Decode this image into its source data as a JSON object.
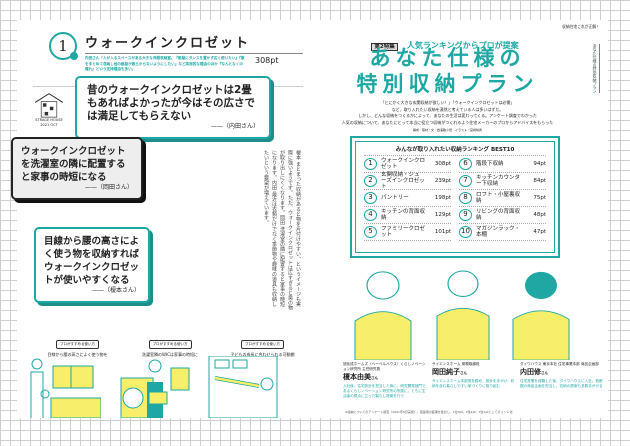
{
  "left_page": {
    "section_number": "1",
    "section_title": "ウォークインクロゼット",
    "section_desc": "内田さん「人が入るスペースがある大きな洋服収納室。『部屋にタンスを置かず広く使いたい』『服をまとめて収納し他の部屋が散らからないようにしたい』など実用的な理由のほか『なんとなくの憧れ』という支持理由も多い」",
    "points": "308pt",
    "logo_text": [
      "STRAGE HOUSE",
      "2021 OCT"
    ],
    "quotes": [
      {
        "text": "昔のウォークインクロゼットは2畳もあればよかったが今はその広さでは満足してもらえない",
        "who": "——（内田さん）"
      },
      {
        "text": "ウォークインクロゼットを洗濯室の隣に配置すると家事の時短になる",
        "who": "——（岡田さん）"
      },
      {
        "text": "目線から腰の高さによく使う物を収納すればウォークインクロゼットが使いやすくなる",
        "who": "——（榎本さん）"
      }
    ],
    "body_text": "榎本 まとまった収納があると物を片付けやすい、というイメージも実際に強いようです。ただ、ウォークインクロゼットは広すぎると奥の物が取り出しにくくなります。岡田 洗濯室の隣に配置すると家事の時短になります。内田 最近は衣類だけでなく季節物や趣味の道具も収納したいという要望が増えています。",
    "tips": [
      {
        "tag": "プロがすすめる使い方",
        "label": "目線から腰の高さによく使う物を"
      },
      {
        "tag": "プロがすすめる使い方",
        "label": "洗濯室隣のWICは家事の時短に"
      },
      {
        "tag": "プロがすすめる使い方",
        "label": "子どもの成長に合わせられる可動棚"
      }
    ]
  },
  "right_page": {
    "running_head": "収納住宅これが正解！",
    "side_title": "あなた仕様の特別収納プラン",
    "feature_tag": "第2特集",
    "kicker": "人気ランキングからプロが提案",
    "title_line1": "あなた仕様の",
    "title_line2": "特別収納プラン",
    "lead": [
      "「とにかく大きな玄関収納が欲しい！」「ウォークインクロゼットは必需」",
      "など、取り入れたい収納を漠然と考えている人は多いはずだ。",
      "しかし、どんな収納をつくるかによって、あなたの生活は変わってくる。アンケート調査でわかった",
      "人気の収納について、あなたにとって本当に役立つ収納がつくれるよう住宅メーカーのプロからアドバイスをもらった"
    ],
    "credits": "構成／取材・文／岩澤敏小田　イラスト／宮崎咲香",
    "ranking_title": "みんなが取り入れたい収納ランキング BEST10",
    "ranking": [
      {
        "rank": "1",
        "label": "ウォークインクロゼット",
        "pt": "308pt"
      },
      {
        "rank": "2",
        "label": "玄関収納・シューズインクロゼット",
        "pt": "239pt"
      },
      {
        "rank": "3",
        "label": "パントリー",
        "pt": "198pt"
      },
      {
        "rank": "4",
        "label": "キッチンの背面収納",
        "pt": "129pt"
      },
      {
        "rank": "5",
        "label": "ファミリークロゼット",
        "pt": "101pt"
      },
      {
        "rank": "6",
        "label": "階段下収納",
        "pt": "94pt"
      },
      {
        "rank": "7",
        "label": "キッチンカウンター下収納",
        "pt": "84pt"
      },
      {
        "rank": "8",
        "label": "ロフト・小屋裏収納",
        "pt": "75pt"
      },
      {
        "rank": "9",
        "label": "リビングの背面収納",
        "pt": "48pt"
      },
      {
        "rank": "10",
        "label": "マガジンラック・本棚",
        "pt": "47pt"
      }
    ],
    "experts": [
      {
        "company": "旭化成ホームズ（ヘーベルハウス）くらしノベーション研究所 主任研究員",
        "name": "榎本由美",
        "suffix": "さん",
        "bio": "入社後、住宅設計を担当した後に、研究開発部門であるくらしノベーション研究所の所属に。ともに生活者の視点に立った暮らし提案を行う"
      },
      {
        "company": "サイエンスホーム 常務取締役",
        "name": "岡田純子",
        "suffix": "さん",
        "bio": "サイエンスホーム本部長を務め、設計を手がけ、収納を含む暮らしやすい家づくりに取り組む"
      },
      {
        "company": "ダイワハウス 東京本社 住宅事業本部 商品企画部",
        "name": "内田修",
        "suffix": "さん",
        "bio": "住宅営業を経験した後、ダイワハウスに入社。首都圏の商品企画を担当し、収納の提案も多数手がける"
      }
    ],
    "footnote": "※収納についてのアンケート調査（2021年5月実施）。回答者の結果を集計し、1位3pt、2位2pt、3位1ptとしてポイント化"
  },
  "colors": {
    "accent": "#1ea7a3",
    "yellow": "#f7ef6a"
  }
}
